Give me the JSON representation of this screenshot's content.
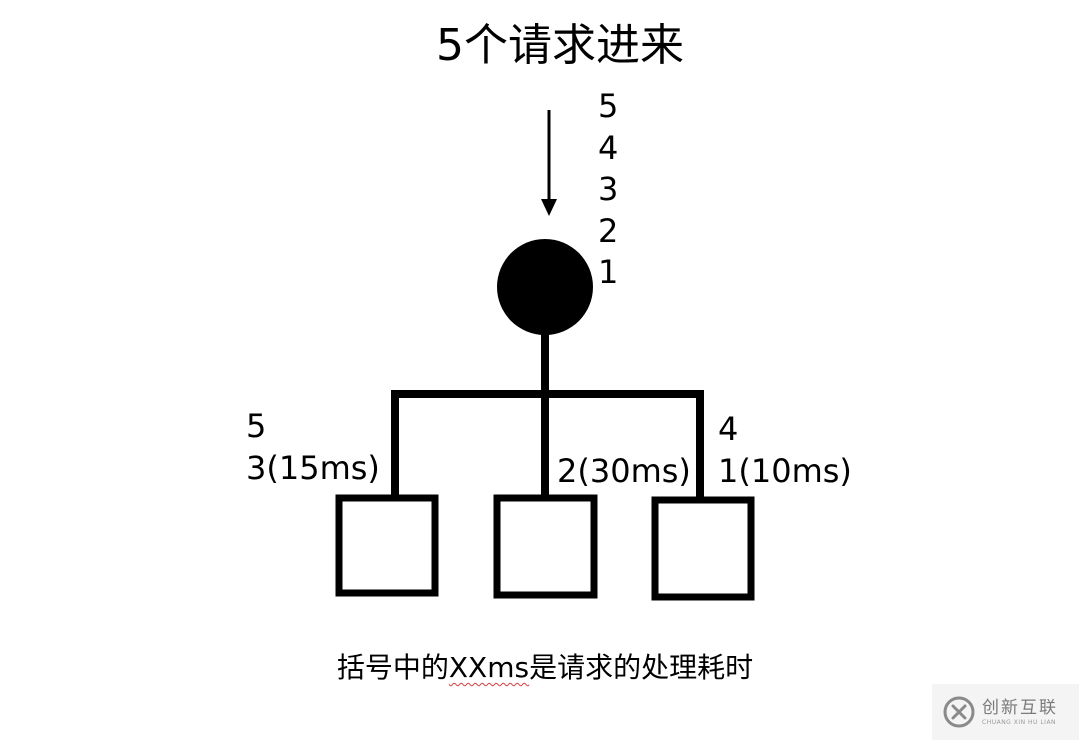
{
  "title": "5个请求进来",
  "queue": [
    "5",
    "4",
    "3",
    "2",
    "1"
  ],
  "branches": [
    {
      "lines": [
        "5",
        "3(15ms)"
      ]
    },
    {
      "lines": [
        "2(30ms)"
      ]
    },
    {
      "lines": [
        "4",
        "1(10ms)"
      ]
    }
  ],
  "caption": {
    "prefix": "括号中的",
    "marked": "XXms",
    "suffix": "是请求的处理耗时"
  },
  "watermark": {
    "main": "创新互联",
    "sub": "CHUANG XIN HU LIAN"
  }
}
